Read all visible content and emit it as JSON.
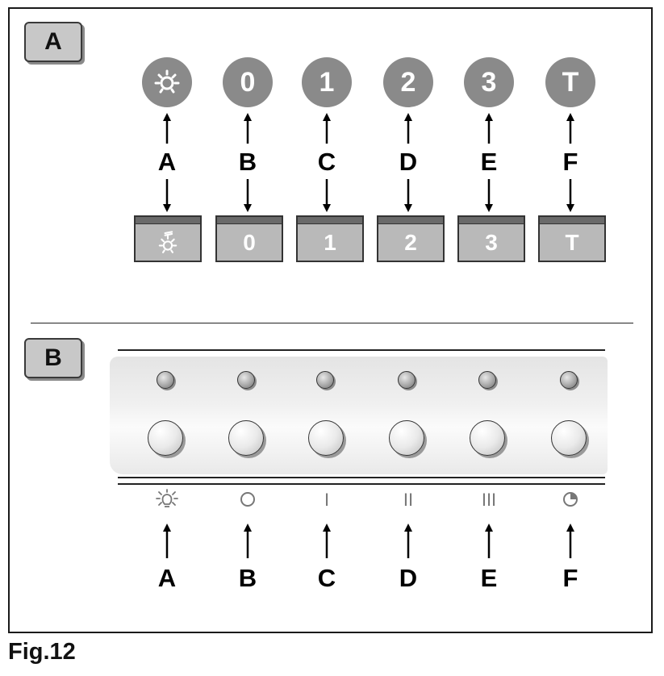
{
  "figure_label": "Fig.12",
  "panel_a": {
    "tag": "A",
    "circles": [
      "light-icon",
      "0",
      "1",
      "2",
      "3",
      "T"
    ],
    "letters": [
      "A",
      "B",
      "C",
      "D",
      "E",
      "F"
    ],
    "keys": [
      "light-icon",
      "0",
      "1",
      "2",
      "3",
      "T"
    ]
  },
  "panel_b": {
    "tag": "B",
    "symbols": [
      "light-bulb-icon",
      "O",
      "I",
      "II",
      "III",
      "timer-icon"
    ],
    "letters": [
      "A",
      "B",
      "C",
      "D",
      "E",
      "F"
    ]
  },
  "colors": {
    "circle": "#8a8a8a",
    "key": "#b9b9b9",
    "tag": "#c8c8c8"
  }
}
